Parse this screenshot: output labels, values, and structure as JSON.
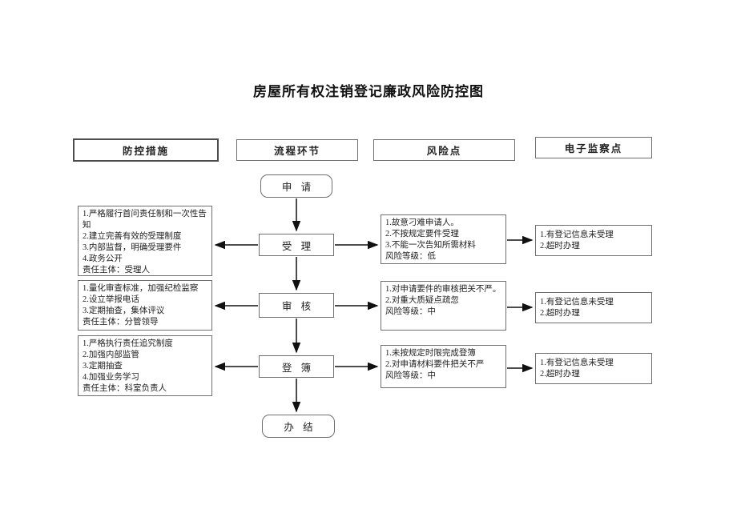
{
  "title": "房屋所有权注销登记廉政风险防控图",
  "headers": {
    "measures": "防控措施",
    "process": "流程环节",
    "risks": "风险点",
    "monitor": "电子监察点"
  },
  "flow": {
    "apply": "申请",
    "accept": "受理",
    "review": "审核",
    "register": "登簿",
    "complete": "办结"
  },
  "prevention_boxes": [
    {
      "lines": [
        "1.严格履行首问责任制和一次性告知",
        "2.建立完善有效的受理制度",
        "3.内部监督，明确受理要件",
        "4.政务公开",
        "责任主体：受理人"
      ]
    },
    {
      "lines": [
        "1.量化审查标准，加强纪检监察",
        "2.设立举报电话",
        "3.定期抽查，集体评议",
        "责任主体：分管领导"
      ]
    },
    {
      "lines": [
        "1.严格执行责任追究制度",
        "2.加强内部监管",
        "3.定期抽查",
        "4.加强业务学习",
        "责任主体：科室负责人"
      ]
    }
  ],
  "risk_boxes": [
    {
      "lines": [
        "1.故意刁难申请人。",
        "2.不按规定要件受理",
        "3.不能一次告知所需材料",
        "风险等级：低"
      ]
    },
    {
      "lines": [
        "1.对申请要件的审核把关不严。",
        "2.对重大质疑点疏忽",
        "风险等级：中"
      ]
    },
    {
      "lines": [
        "1.未按规定时限完成登簿",
        "2.对申请材料要件把关不严",
        "风险等级：中"
      ]
    }
  ],
  "monitor_boxes": [
    {
      "lines": [
        "1.有登记信息未受理",
        "2.超时办理"
      ]
    },
    {
      "lines": [
        "1.有登记信息未受理",
        "2.超时办理"
      ]
    },
    {
      "lines": [
        "1.有登记信息未受理",
        "2.超时办理"
      ]
    }
  ],
  "colors": {
    "line": "#111111",
    "border": "#6f6f6f",
    "text": "#1c1c1c"
  }
}
